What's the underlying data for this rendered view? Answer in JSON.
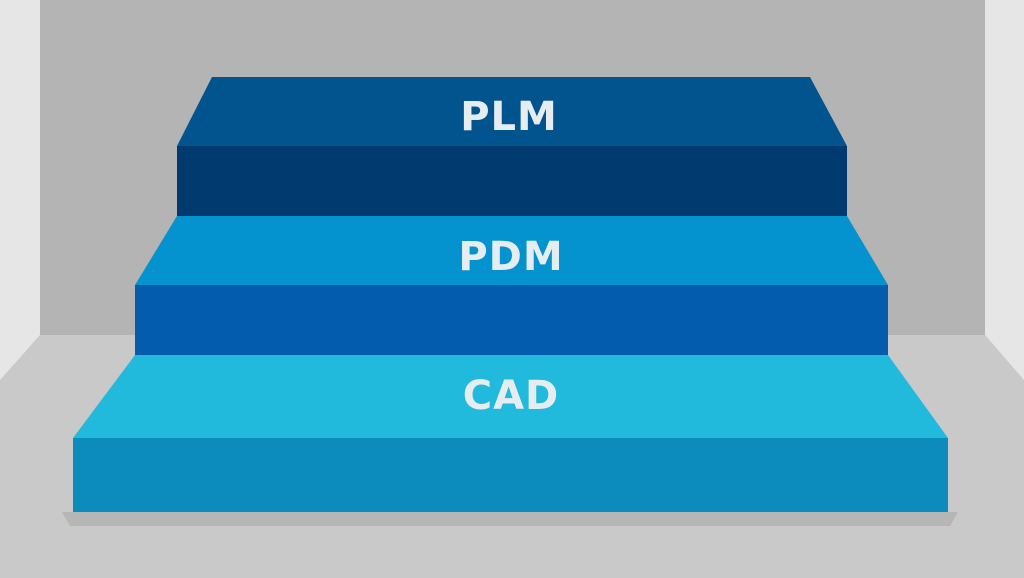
{
  "diagram": {
    "type": "staircase",
    "colors": {
      "wall_light": "#e6e6e6",
      "wall_back": "#b4b4b4",
      "floor": "#c9c9c9",
      "floor_shadow": "#a6a6a6",
      "label_text": "#e6edf1"
    },
    "steps": [
      {
        "label": "PLM",
        "top_color": "#02548f",
        "front_color": "#003a6e"
      },
      {
        "label": "PDM",
        "top_color": "#0593cf",
        "front_color": "#045caf"
      },
      {
        "label": "CAD",
        "top_color": "#21badd",
        "front_color": "#0c8bbd"
      }
    ]
  }
}
